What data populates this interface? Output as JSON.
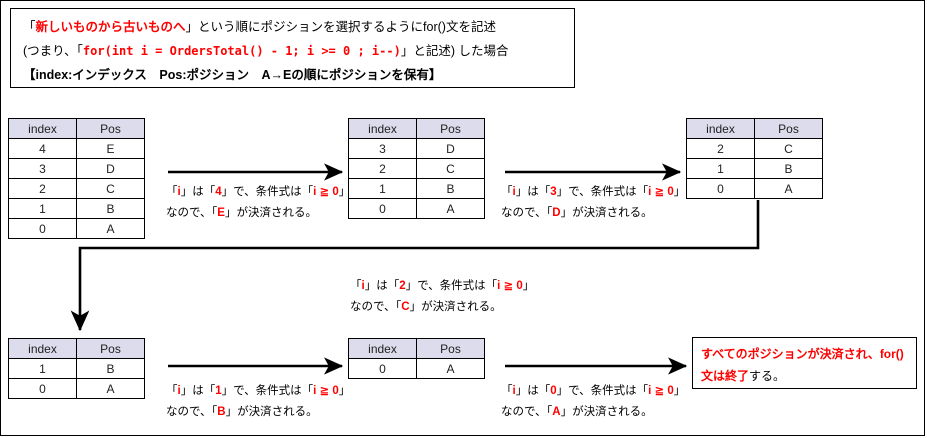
{
  "header": {
    "line1_pre": "「",
    "line1_red": "新しいものから古いものへ",
    "line1_post": "」という順にポジションを選択するようにfor()文を記述",
    "line2_pre": "(つまり、「",
    "line2_code": "for(int  i = OrdersTotal()  - 1; i >= 0 ; i--)",
    "line2_post": "」と記述) した場合",
    "line3": "【index:インデックス　Pos:ポジション　A→Eの順にポジションを保有】"
  },
  "tables": {
    "columns": [
      "index",
      "Pos"
    ],
    "t1": {
      "name": "table-step-1",
      "rows": [
        [
          "4",
          "E"
        ],
        [
          "3",
          "D"
        ],
        [
          "2",
          "C"
        ],
        [
          "1",
          "B"
        ],
        [
          "0",
          "A"
        ]
      ]
    },
    "t2": {
      "name": "table-step-2",
      "rows": [
        [
          "3",
          "D"
        ],
        [
          "2",
          "C"
        ],
        [
          "1",
          "B"
        ],
        [
          "0",
          "A"
        ]
      ]
    },
    "t3": {
      "name": "table-step-3",
      "rows": [
        [
          "2",
          "C"
        ],
        [
          "1",
          "B"
        ],
        [
          "0",
          "A"
        ]
      ]
    },
    "t4": {
      "name": "table-step-4",
      "rows": [
        [
          "1",
          "B"
        ],
        [
          "0",
          "A"
        ]
      ]
    },
    "t5": {
      "name": "table-step-5",
      "rows": [
        [
          "0",
          "A"
        ]
      ]
    }
  },
  "notes": {
    "n1": {
      "i_label": "i",
      "i_value": "4",
      "cond": "i ≧ 0",
      "pos": "E",
      "l1_a": "「",
      "l1_b": "」は「",
      "l1_c": "」で、条件式は「",
      "l1_d": "」",
      "l2_a": "なので、「",
      "l2_b": "」が決済される。"
    },
    "n2": {
      "i_label": "i",
      "i_value": "3",
      "cond": "i ≧ 0",
      "pos": "D",
      "l1_a": "「",
      "l1_b": "」は「",
      "l1_c": "」で、条件式は「",
      "l1_d": "」",
      "l2_a": "なので、「",
      "l2_b": "」が決済される。"
    },
    "n3": {
      "i_label": "i",
      "i_value": "2",
      "cond": "i ≧ 0",
      "pos": "C",
      "l1_a": "「",
      "l1_b": "」は「",
      "l1_c": "」で、条件式は「",
      "l1_d": "」",
      "l2_a": "なので、「",
      "l2_b": "」が決済される。"
    },
    "n4": {
      "i_label": "i",
      "i_value": "1",
      "cond": "i ≧ 0",
      "pos": "B",
      "l1_a": "「",
      "l1_b": "」は「",
      "l1_c": "」で、条件式は「",
      "l1_d": "」",
      "l2_a": "なので、「",
      "l2_b": "」が決済される。"
    },
    "n5": {
      "i_label": "i",
      "i_value": "0",
      "cond": "i ≧ 0",
      "pos": "A",
      "l1_a": "「",
      "l1_b": "」は「",
      "l1_c": "」で、条件式は「",
      "l1_d": "」",
      "l2_a": "なので、「",
      "l2_b": "」が決済される。"
    }
  },
  "final": {
    "line1_red": "すべてのポジションが決済され、",
    "line1_code": "for()",
    "line2_red": "文は終了",
    "line2_post": "する。"
  },
  "colors": {
    "accent_red": "#ff0000",
    "header_fill": "#dcdcec",
    "border": "#000000",
    "text": "#1f1f1f"
  }
}
